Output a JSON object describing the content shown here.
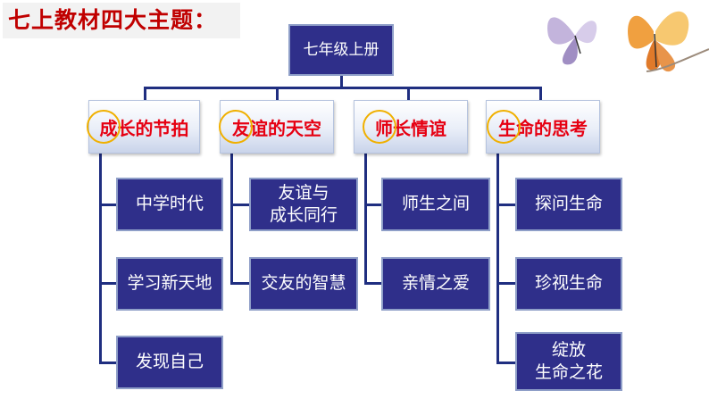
{
  "header": {
    "title": "七上教材四大主题："
  },
  "root": {
    "label": "七年级上册"
  },
  "categories": [
    {
      "label": "成长的节拍",
      "items": [
        "中学时代",
        "学习新天地",
        "发现自己"
      ]
    },
    {
      "label": "友谊的天空",
      "items": [
        "友谊与\n成长同行",
        "交友的智慧"
      ]
    },
    {
      "label": "师长情谊",
      "items": [
        "师生之间",
        "亲情之爱"
      ]
    },
    {
      "label": "生命的思考",
      "items": [
        "探问生命",
        "珍视生命",
        "绽放\n生命之花"
      ]
    }
  ],
  "colors": {
    "box": "#2f2f8a",
    "connector": "#1f2e80",
    "category_text": "#e60012",
    "title_text": "#c00000"
  }
}
